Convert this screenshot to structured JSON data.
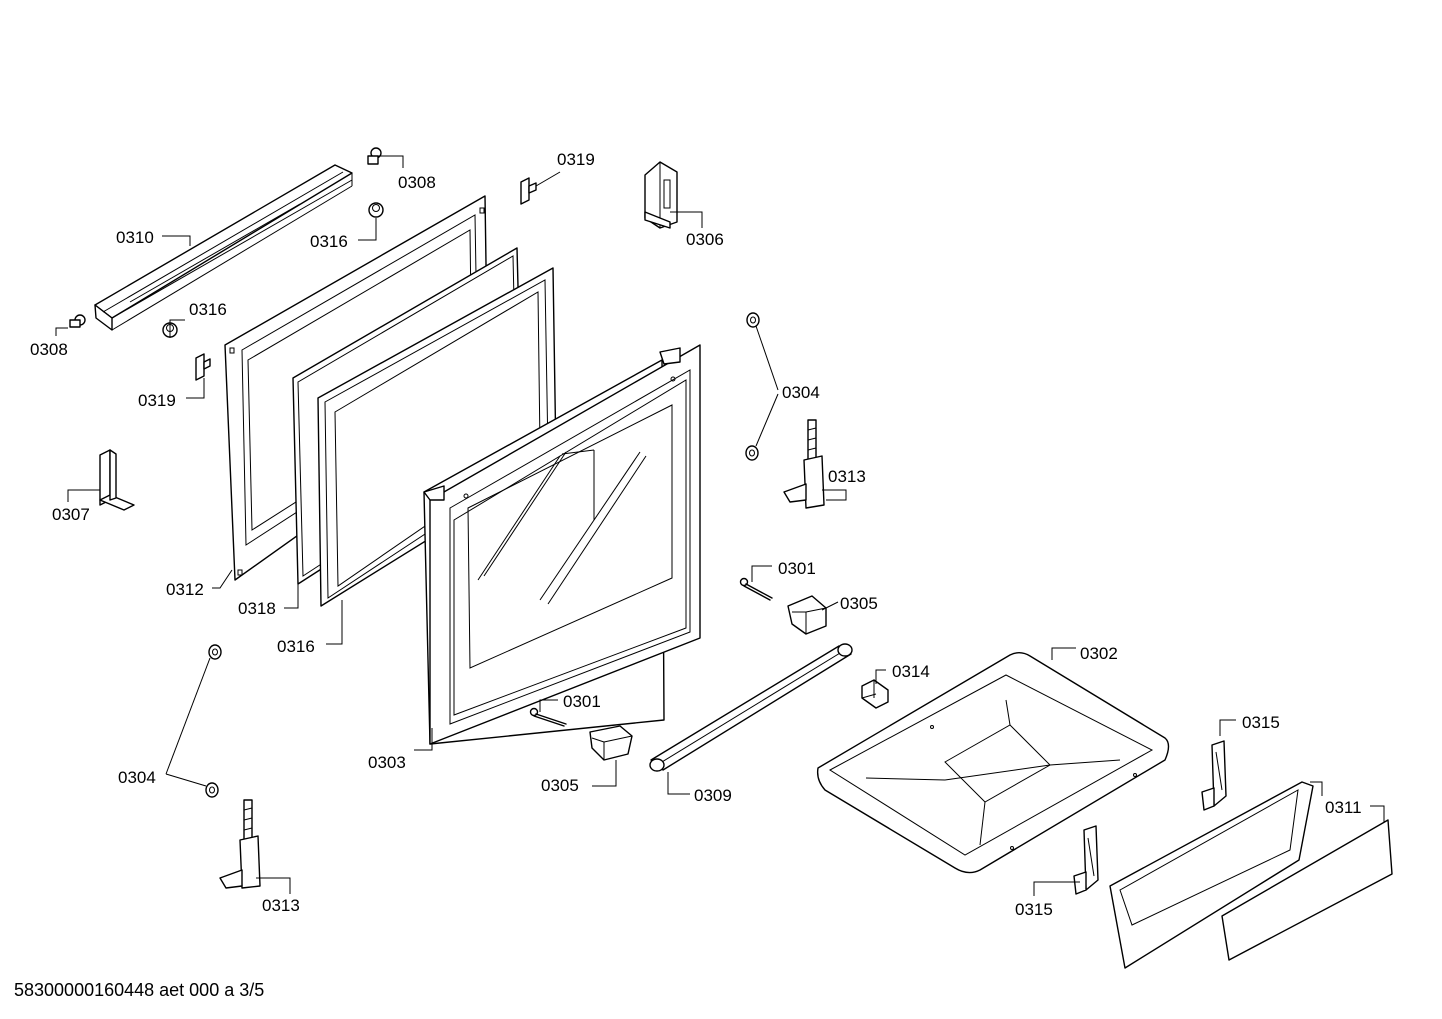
{
  "labels": {
    "l0308a": "0308",
    "l0308b": "0308",
    "l0310": "0310",
    "l0316a": "0316",
    "l0316b": "0316",
    "l0316c": "0316",
    "l0319a": "0319",
    "l0319b": "0319",
    "l0306": "0306",
    "l0307": "0307",
    "l0312": "0312",
    "l0318": "0318",
    "l0304a": "0304",
    "l0304b": "0304",
    "l0313a": "0313",
    "l0313b": "0313",
    "l0301a": "0301",
    "l0301b": "0301",
    "l0305a": "0305",
    "l0305b": "0305",
    "l0302": "0302",
    "l0314": "0314",
    "l0303": "0303",
    "l0309": "0309",
    "l0315a": "0315",
    "l0315b": "0315",
    "l0311": "0311"
  },
  "footer": "58300000160448 aet 000 a 3/5"
}
